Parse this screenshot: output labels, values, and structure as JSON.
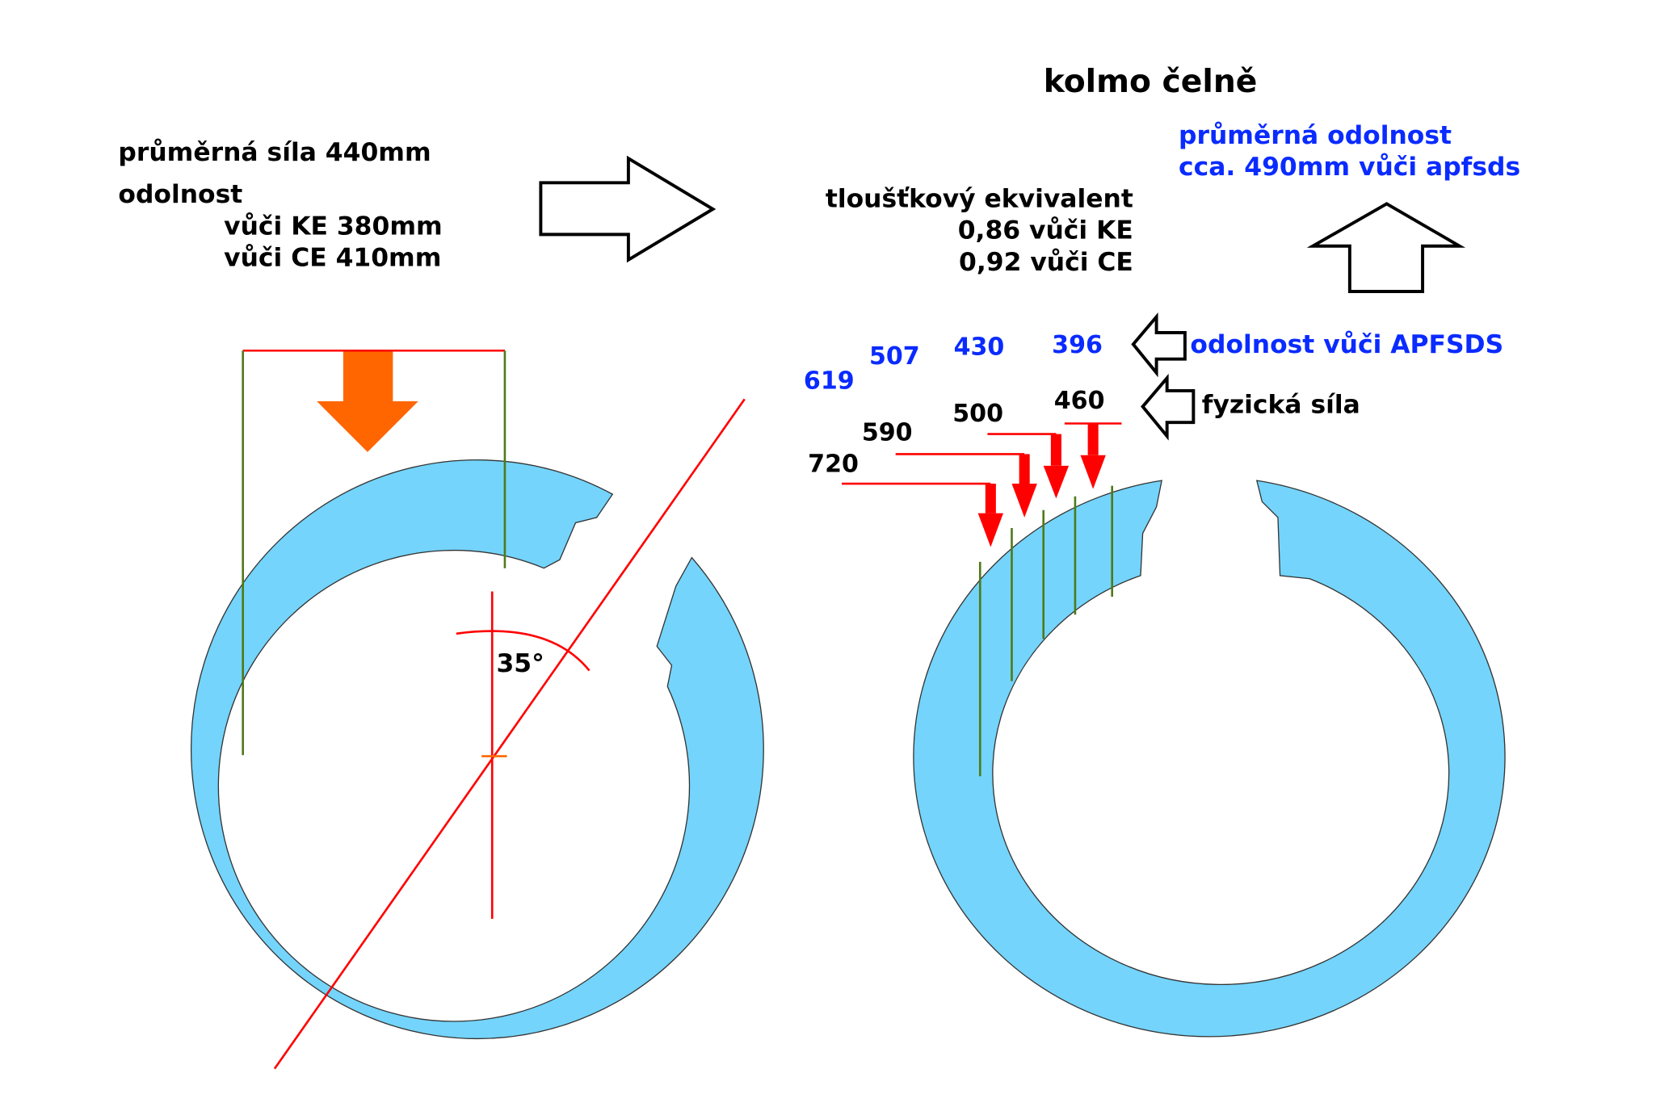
{
  "title": "kolmo čelně",
  "left_text": {
    "line1": "průměrná síla 440mm",
    "line2": "odolnost",
    "line3": "vůči KE 380mm",
    "line4": "vůči CE 410mm"
  },
  "middle_text": {
    "line1": "tloušťkový ekvivalent",
    "line2": "0,86 vůči KE",
    "line3": "0,92 vůči CE"
  },
  "right_text": {
    "line1": "průměrná odolnost",
    "line2": "cca. 490mm vůči apfsds"
  },
  "angle_label": "35°",
  "apfsds_label": "odolnost vůči APFSDS",
  "physical_label": "fyzická síla",
  "apfsds_values": [
    "619",
    "507",
    "430",
    "396"
  ],
  "physical_values": [
    "720",
    "590",
    "500",
    "460"
  ],
  "colors": {
    "armor": "#74d4fb",
    "blue_text": "#0a2bff",
    "red": "#ff0000",
    "orange": "#ff6600",
    "green": "#4f7a1a"
  }
}
